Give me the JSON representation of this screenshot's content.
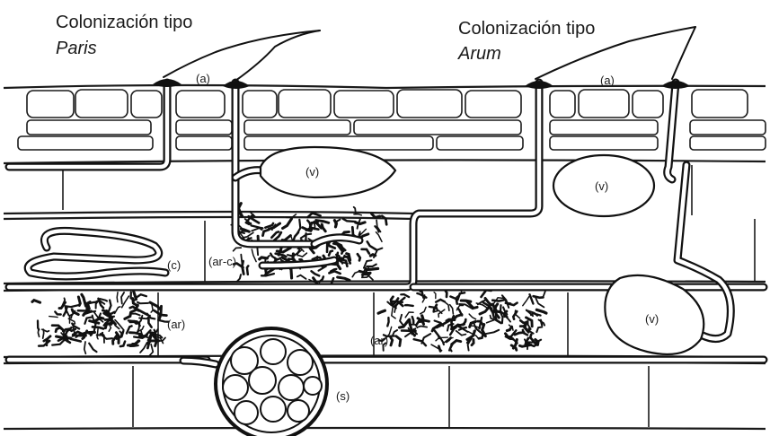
{
  "titles": {
    "paris_line1": "Colonización tipo",
    "paris_line2": "Paris",
    "arum_line1": "Colonización tipo",
    "arum_line2": "Arum"
  },
  "labels": {
    "a_left": "(a)",
    "a_right": "(a)",
    "v_left": "(v)",
    "v_right_top": "(v)",
    "v_right_bottom": "(v)",
    "c": "(c)",
    "ar_c": "(ar-c)",
    "ar_left": "(ar)",
    "ar_mid": "(ar)",
    "s": "(s)"
  }
}
